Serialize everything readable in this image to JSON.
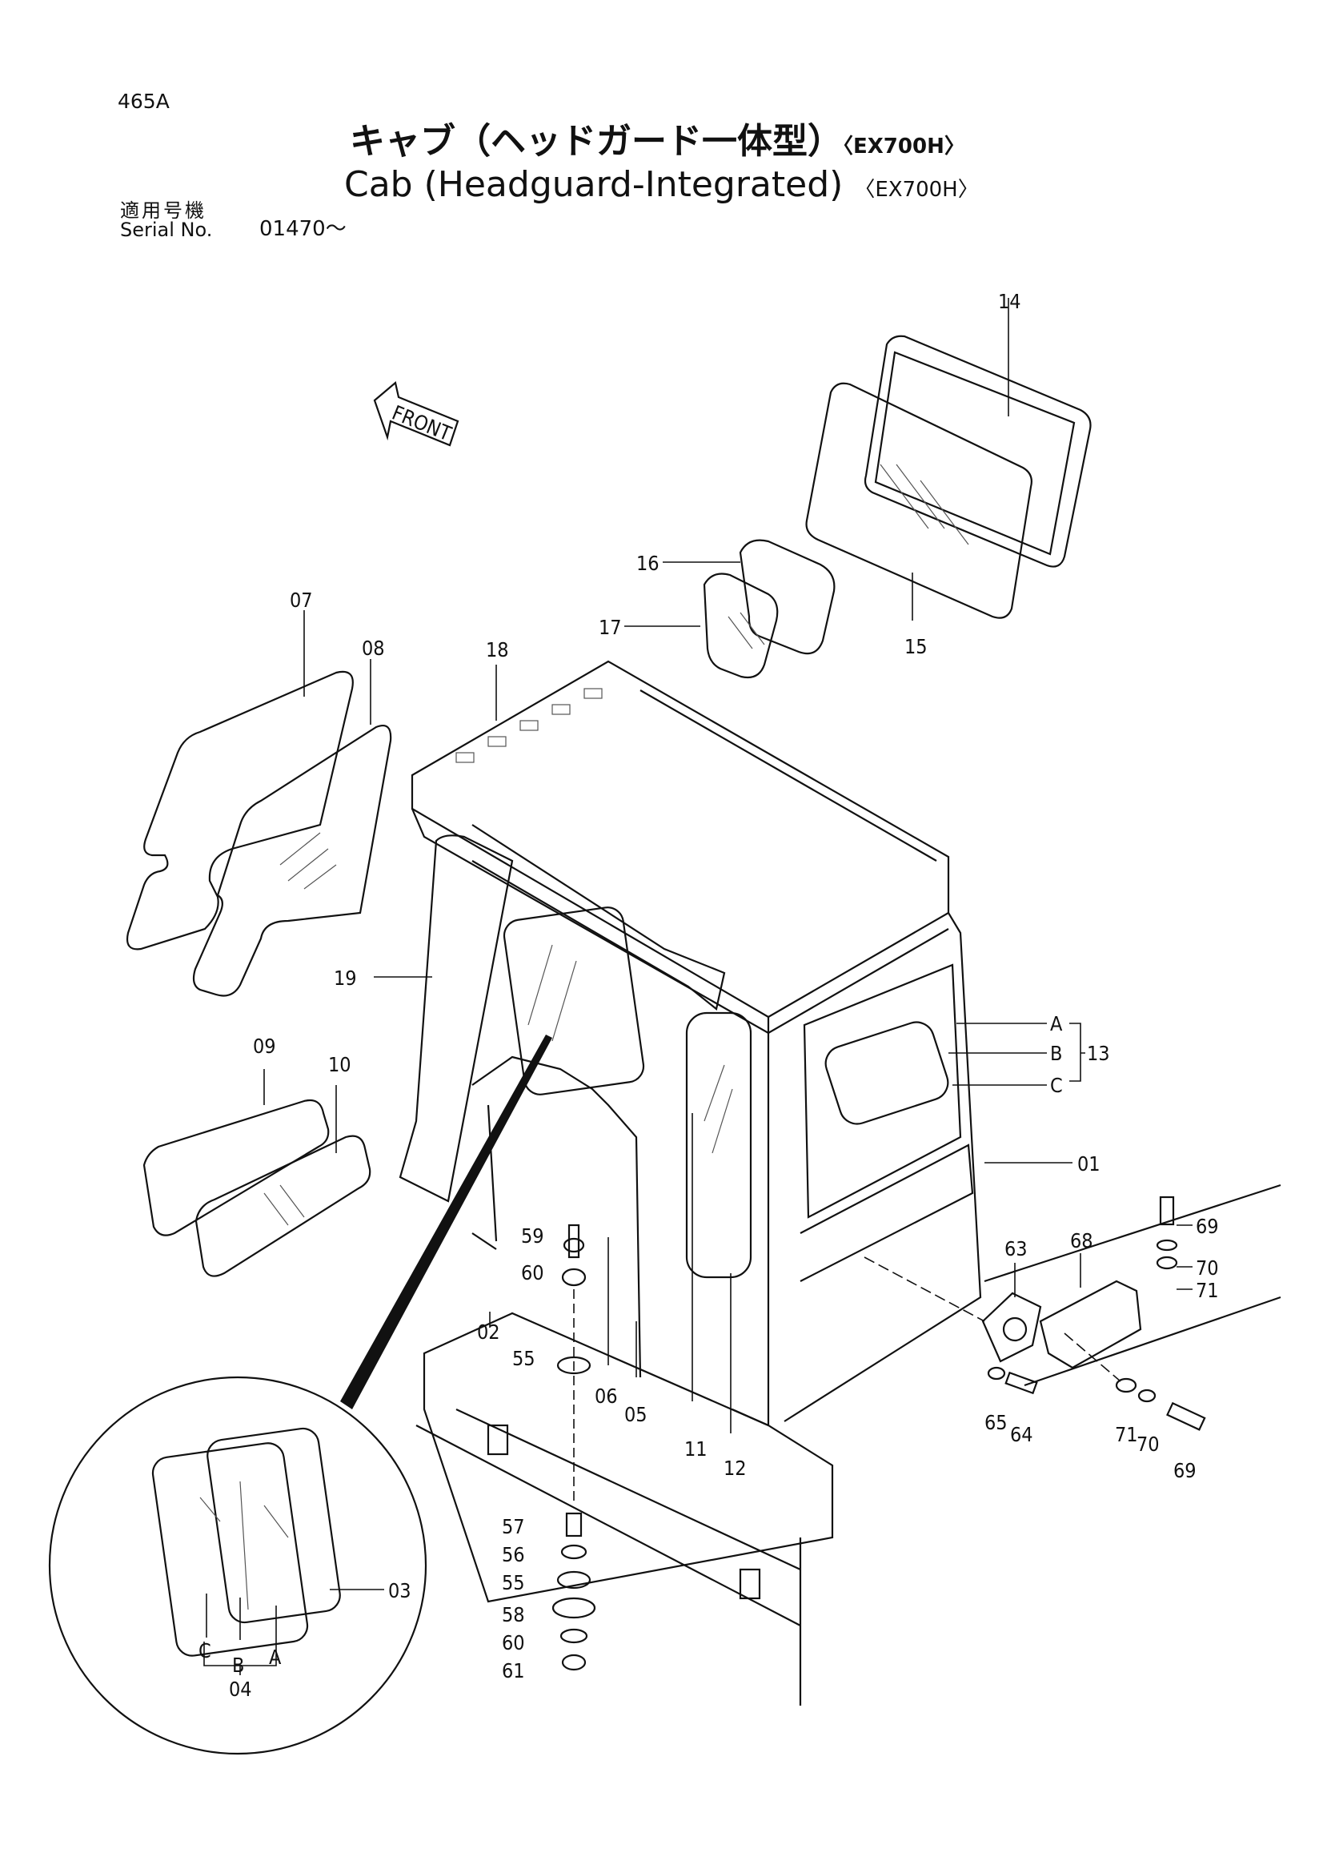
{
  "header": {
    "page_id": "465A",
    "title_jp": "キャブ（ヘッドガード一体型）",
    "title_en": "Cab (Headguard-Integrated)",
    "model": "〈EX700H〉",
    "serial_label_jp": "適用号機",
    "serial_label_en": "Serial No.",
    "serial_number": "01470～"
  },
  "diagram": {
    "front_arrow_text": "FRONT",
    "callouts": {
      "c01": "01",
      "c02": "02",
      "c03": "03",
      "c04": "04",
      "c05": "05",
      "c06": "06",
      "c07": "07",
      "c08": "08",
      "c09": "09",
      "c10": "10",
      "c11": "11",
      "c12": "12",
      "c13": "13",
      "c14": "14",
      "c15": "15",
      "c16": "16",
      "c17": "17",
      "c18": "18",
      "c19": "19",
      "c55a": "55",
      "c55b": "55",
      "c56": "56",
      "c57": "57",
      "c58": "58",
      "c59": "59",
      "c60a": "60",
      "c60b": "60",
      "c61": "61",
      "c63": "63",
      "c64": "64",
      "c65": "65",
      "c68": "68",
      "c69a": "69",
      "c69b": "69",
      "c70a": "70",
      "c70b": "70",
      "c71a": "71",
      "c71b": "71",
      "sA": "A",
      "sB": "B",
      "sC": "C",
      "dA": "A",
      "dB": "B",
      "dC": "C"
    }
  }
}
